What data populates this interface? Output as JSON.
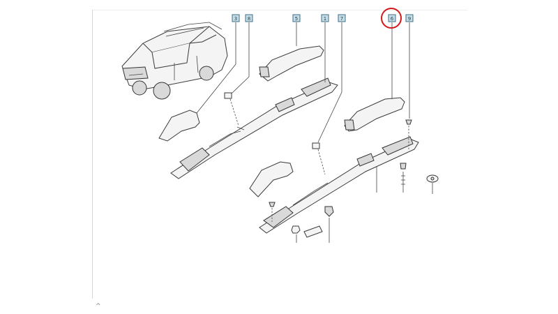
{
  "callouts": [
    {
      "id": "callout-3",
      "label": "3"
    },
    {
      "id": "callout-8",
      "label": "8"
    },
    {
      "id": "callout-5",
      "label": "5"
    },
    {
      "id": "callout-1",
      "label": "1"
    },
    {
      "id": "callout-7",
      "label": "7"
    },
    {
      "id": "callout-6",
      "label": "6"
    },
    {
      "id": "callout-9",
      "label": "9"
    }
  ],
  "highlighted_callout": "6",
  "colors": {
    "callout_fill": "#c7dde6",
    "callout_border": "#3d6f86",
    "highlight_ring": "#d0191a"
  },
  "scroll_indicator": "^"
}
